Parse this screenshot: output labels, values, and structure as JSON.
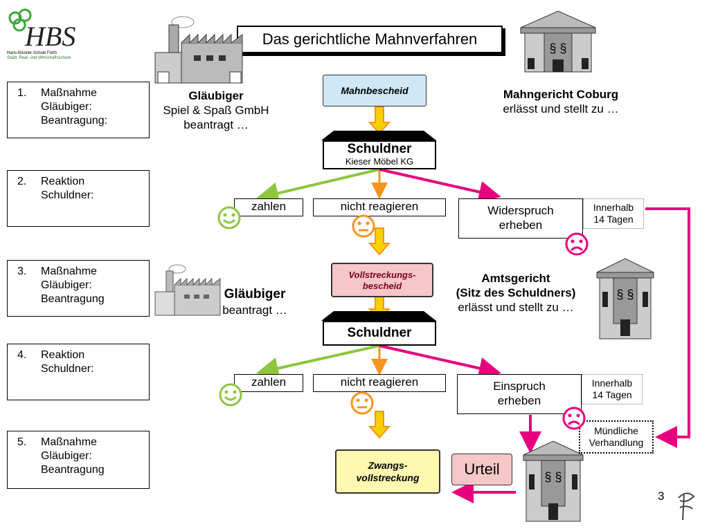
{
  "logo": {
    "main": "HBS",
    "line1": "Hans-Böckler-Schule Fürth",
    "line2": "Städt. Real- und Wirtschaftsschule"
  },
  "title": "Das gerichtliche Mahnverfahren",
  "steps": [
    {
      "num": "1.",
      "lines": [
        "Maßnahme",
        "Gläubiger:",
        "Beantragung:"
      ]
    },
    {
      "num": "2.",
      "lines": [
        "Reaktion",
        "Schuldner:"
      ]
    },
    {
      "num": "3.",
      "lines": [
        "Maßnahme",
        "Gläubiger:",
        "Beantragung"
      ]
    },
    {
      "num": "4.",
      "lines": [
        "Reaktion",
        "Schuldner:"
      ]
    },
    {
      "num": "5.",
      "lines": [
        "Maßnahme",
        "Gläubiger:",
        "Beantragung"
      ]
    }
  ],
  "creditor1": {
    "name": "Gläubiger",
    "firm": "Spiel & Spaß GmbH",
    "action": "beantragt …"
  },
  "creditor2": {
    "name": "Gläubiger",
    "action": "beantragt …"
  },
  "court1": {
    "name": "Mahngericht Coburg",
    "action": "erlässt und stellt zu …"
  },
  "court2": {
    "name1": "Amtsgericht",
    "name2": "(Sitz des Schuldners)",
    "action": "erlässt und stellt zu …"
  },
  "doc_mahnbescheid": "Mahnbescheid",
  "doc_vollstreckung": [
    "Vollstreckungs-",
    "bescheid"
  ],
  "doc_zwang": [
    "Zwangs-",
    "vollstreckung"
  ],
  "debtor1": {
    "name": "Schuldner",
    "firm": "Kieser Möbel KG"
  },
  "debtor2": {
    "name": "Schuldner"
  },
  "options1": {
    "pay": "zahlen",
    "ignore": "nicht reagieren",
    "object": [
      "Widerspruch",
      "erheben"
    ],
    "deadline": [
      "Innerhalb",
      "14 Tagen"
    ]
  },
  "options2": {
    "pay": "zahlen",
    "ignore": "nicht reagieren",
    "object": [
      "Einspruch",
      "erheben"
    ],
    "deadline": [
      "Innerhalb",
      "14 Tagen"
    ]
  },
  "hearing": [
    "Mündliche",
    "Verhandlung"
  ],
  "verdict": "Urteil",
  "section_symbol": "§ §",
  "page_number": "3",
  "colors": {
    "green": "#8dc63f",
    "orange": "#f7941d",
    "magenta": "#e6007e",
    "blue_doc": "#cfe8f8",
    "pink_doc": "#f7c6c7",
    "yellow_doc": "#fff9b0",
    "smiley_green": "#8dc63f",
    "smiley_orange": "#f7941d",
    "smiley_magenta": "#e6007e"
  }
}
